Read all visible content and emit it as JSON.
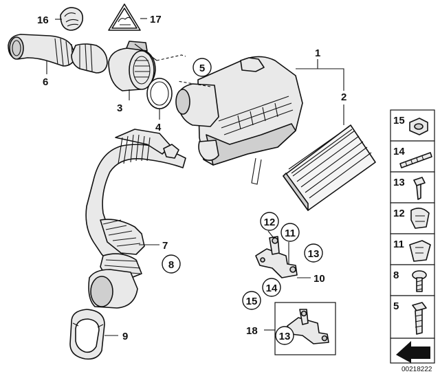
{
  "diagram": {
    "labels": {
      "p1": "1",
      "p2": "2",
      "p3": "3",
      "p4": "4",
      "p5": "5",
      "p6": "6",
      "p7": "7",
      "p8": "8",
      "p9": "9",
      "p10": "10",
      "p11": "11",
      "p12": "12",
      "p13": "13",
      "p14": "14",
      "p15": "15",
      "p16": "16",
      "p17": "17",
      "p18": "18",
      "c11": "11",
      "c12": "12",
      "c13a": "13",
      "c13b": "13",
      "c14": "14",
      "c15": "15"
    },
    "sidebar": [
      "15",
      "14",
      "13",
      "12",
      "11",
      "8",
      "5"
    ],
    "diagram_id": "00218222"
  }
}
